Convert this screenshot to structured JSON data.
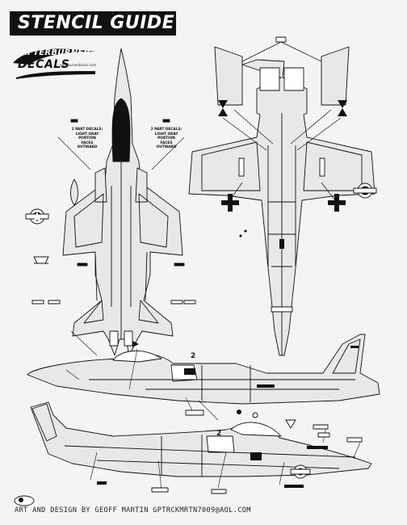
{
  "header": {
    "title": "STENCIL GUIDE"
  },
  "logo": {
    "top": "AFTERBURNER",
    "main": "DECALS",
    "url": "afterburnerdecals.com"
  },
  "notes": {
    "left": [
      "2 PART DECALS:",
      "LIGHT GRAY",
      "PORTION",
      "FACES",
      "OUTWARD"
    ],
    "right": [
      "2 PART DECALS:",
      "LIGHT GRAY",
      "PORTION",
      "FACES",
      "OUTWARD"
    ]
  },
  "numbers": {
    "upper_side": "2",
    "lower_side": "2"
  },
  "credit": {
    "text": "ART AND DESIGN BY GEOFF MARTIN",
    "email": "GPTRCKMRTN7009@AOL.COM"
  },
  "colors": {
    "ink": "#111111",
    "paper": "#f4f4f2",
    "fill": "#e8e8e6"
  }
}
